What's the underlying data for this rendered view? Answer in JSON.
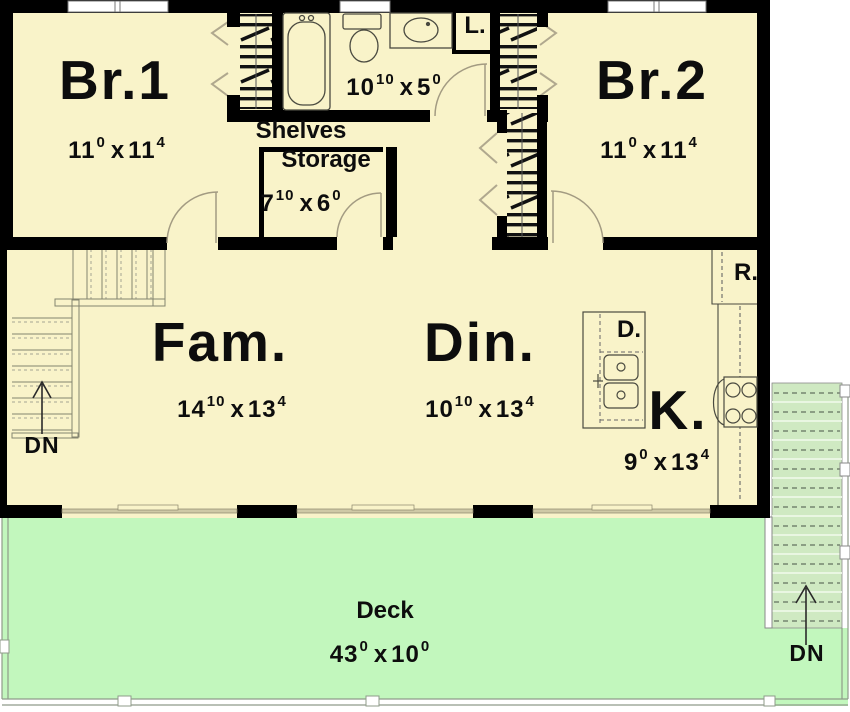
{
  "colors": {
    "floor": "#f9f3c9",
    "deck_green": "#c2f7bd",
    "tread_green": "#cfe9c2",
    "wall_black": "#000000",
    "glass_tan": "#b2ab87",
    "thin_line_gray": "#84846f"
  },
  "sep": "x",
  "rooms": {
    "br1": {
      "label": "Br.1",
      "dim": {
        "w": "11",
        "wi": "0",
        "h": "11",
        "hi": "4"
      }
    },
    "br2": {
      "label": "Br.2",
      "dim": {
        "w": "11",
        "wi": "0",
        "h": "11",
        "hi": "4"
      }
    },
    "bath": {
      "dim": {
        "w": "10",
        "wi": "10",
        "h": "5",
        "hi": "0"
      }
    },
    "shelves": {
      "label": "Shelves"
    },
    "storage": {
      "label": "Storage",
      "dim": {
        "w": "7",
        "wi": "10",
        "h": "6",
        "hi": "0"
      }
    },
    "family": {
      "label": "Fam.",
      "dim": {
        "w": "14",
        "wi": "10",
        "h": "13",
        "hi": "4"
      }
    },
    "dining": {
      "label": "Din.",
      "dim": {
        "w": "10",
        "wi": "10",
        "h": "13",
        "hi": "4"
      }
    },
    "kitchen": {
      "label": "K.",
      "dim": {
        "w": "9",
        "wi": "0",
        "h": "13",
        "hi": "4"
      }
    },
    "deck": {
      "label": "Deck",
      "dim": {
        "w": "43",
        "wi": "0",
        "h": "10",
        "hi": "0"
      }
    },
    "linen": {
      "label": "L."
    },
    "refrigerator": {
      "label": "R."
    },
    "dishwasher": {
      "label": "D."
    }
  },
  "stairs": {
    "left": {
      "label": "DN"
    },
    "right": {
      "label": "DN"
    }
  }
}
